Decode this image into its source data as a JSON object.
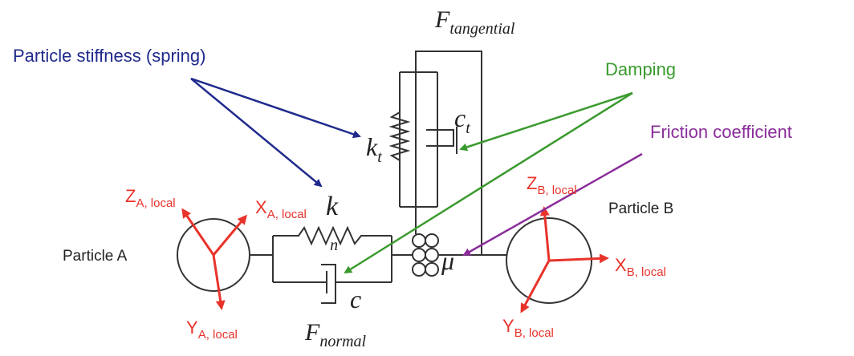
{
  "callouts": {
    "stiffness": "Particle stiffness (spring)",
    "damping": "Damping",
    "friction": "Friction coefficient"
  },
  "particles": {
    "a_label": "Particle A",
    "b_label": "Particle B"
  },
  "axes": {
    "a": {
      "z_main": "Z",
      "z_sub": "A, local",
      "x_main": "X",
      "x_sub": "A, local",
      "y_main": "Y",
      "y_sub": "A, local"
    },
    "b": {
      "z_main": "Z",
      "z_sub": "B, local",
      "x_main": "X",
      "x_sub": "B, local",
      "y_main": "Y",
      "y_sub": "B, local"
    }
  },
  "symbols": {
    "f_tangential_main": "F",
    "f_tangential_sub": "tangential",
    "f_normal_main": "F",
    "f_normal_sub": "normal",
    "kt_main": "k",
    "kt_sub": "t",
    "ct_main": "c",
    "ct_sub": "t",
    "kn_main": "k",
    "kn_sub": "n",
    "cn": "c",
    "mu": "μ"
  },
  "colors": {
    "line": "#333333",
    "axes": "#e8332b",
    "stiffness": "#1f2a8c",
    "damping": "#3a9a2e",
    "friction": "#8a2d9a"
  }
}
